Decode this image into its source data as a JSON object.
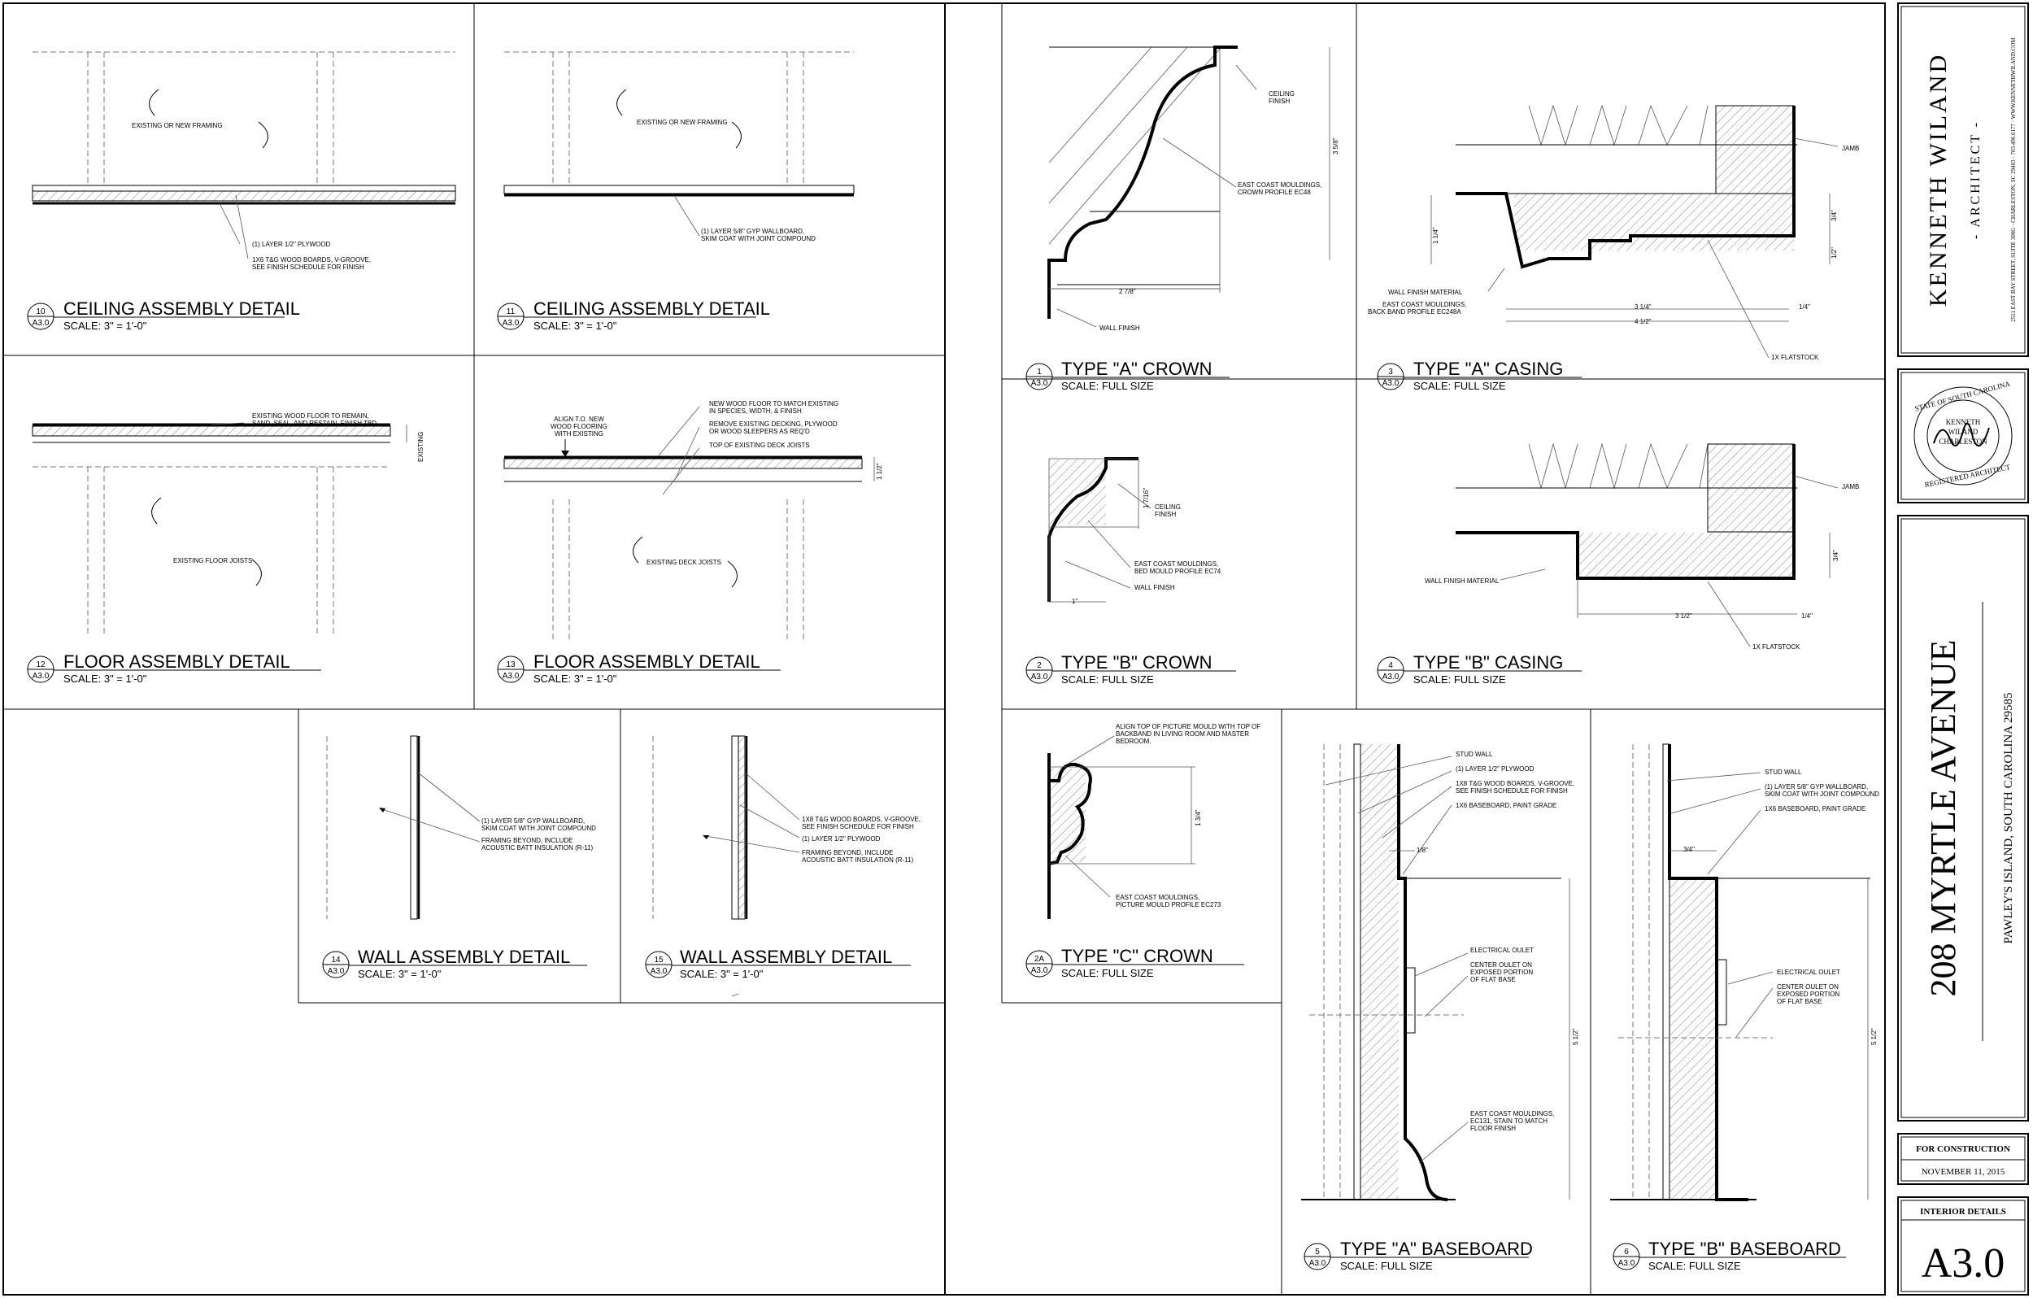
{
  "details": [
    {
      "number": "10",
      "sheet": "A3.0",
      "title": "CEILING ASSEMBLY DETAIL",
      "scale": "SCALE: 3\" = 1'-0\"",
      "notes": [
        "EXISTING OR NEW FRAMING",
        "(1) LAYER 1/2\" PLYWOOD",
        "1X6 T&G WOOD BOARDS, V-GROOVE,",
        "SEE FINISH SCHEDULE FOR FINISH"
      ]
    },
    {
      "number": "11",
      "sheet": "A3.0",
      "title": "CEILING ASSEMBLY DETAIL",
      "scale": "SCALE: 3\" = 1'-0\"",
      "notes": [
        "EXISTING OR NEW FRAMING",
        "(1) LAYER 5/8\" GYP WALLBOARD,",
        "SKIM COAT WITH JOINT COMPOUND"
      ]
    },
    {
      "number": "12",
      "sheet": "A3.0",
      "title": "FLOOR ASSEMBLY DETAIL",
      "scale": "SCALE: 3\" = 1'-0\"",
      "notes": [
        "EXISTING WOOD FLOOR TO REMAIN,",
        "SAND, SEAL, AND RESTAIN, FINISH TBD",
        "EXISTING FLOOR JOISTS",
        "EXISTING"
      ]
    },
    {
      "number": "13",
      "sheet": "A3.0",
      "title": "FLOOR ASSEMBLY DETAIL",
      "scale": "SCALE: 3\" = 1'-0\"",
      "notes": [
        "ALIGN T.O. NEW",
        "WOOD FLOORING",
        "WITH EXISTING",
        "NEW WOOD FLOOR TO MATCH EXISTING",
        "IN SPECIES, WIDTH, & FINISH",
        "REMOVE EXISTING DECKING, PLYWOOD",
        "OR WOOD SLEEPERS AS REQ'D",
        "TOP OF EXISTING DECK JOISTS",
        "EXISTING DECK JOISTS",
        "1 1/2\""
      ]
    },
    {
      "number": "14",
      "sheet": "A3.0",
      "title": "WALL ASSEMBLY DETAIL",
      "scale": "SCALE: 3\" = 1'-0\"",
      "notes": [
        "(1) LAYER 5/8\" GYP WALLBOARD,",
        "SKIM COAT WITH JOINT COMPOUND",
        "FRAMING BEYOND, INCLUDE",
        "ACOUSTIC BATT INSULATION (R-11)"
      ]
    },
    {
      "number": "15",
      "sheet": "A3.0",
      "title": "WALL ASSEMBLY DETAIL",
      "scale": "SCALE: 3\" = 1'-0\"",
      "notes": [
        "1X8 T&G WOOD BOARDS, V-GROOVE,",
        "SEE FINISH SCHEDULE FOR FINISH",
        "(1) LAYER 1/2\" PLYWOOD",
        "FRAMING BEYOND, INCLUDE",
        "ACOUSTIC BATT INSULATION (R-11)"
      ]
    },
    {
      "number": "1",
      "sheet": "A3.0",
      "title": "TYPE \"A\" CROWN",
      "scale": "SCALE: FULL SIZE",
      "notes": [
        "CEILING",
        "FINISH",
        "EAST COAST MOULDINGS,",
        "CROWN PROFILE EC48",
        "WALL FINISH",
        "2 7/8\"",
        "3 5/8\""
      ]
    },
    {
      "number": "3",
      "sheet": "A3.0",
      "title": "TYPE \"A\" CASING",
      "scale": "SCALE: FULL SIZE",
      "notes": [
        "JAMB",
        "WALL FINISH MATERIAL",
        "EAST COAST MOULDINGS,",
        "BACK BAND PROFILE EC248A",
        "1X FLATSTOCK",
        "1 1/4\"",
        "3 1/4\"",
        "4 1/2\"",
        "1/4\"",
        "3/4\"",
        "1/2\""
      ]
    },
    {
      "number": "2",
      "sheet": "A3.0",
      "title": "TYPE \"B\" CROWN",
      "scale": "SCALE: FULL SIZE",
      "notes": [
        "CEILING",
        "FINISH",
        "EAST COAST MOULDINGS,",
        "BED MOULD PROFILE EC74",
        "WALL FINISH",
        "1\"",
        "1 7/16\""
      ]
    },
    {
      "number": "4",
      "sheet": "A3.0",
      "title": "TYPE \"B\" CASING",
      "scale": "SCALE: FULL SIZE",
      "notes": [
        "JAMB",
        "WALL FINISH MATERIAL",
        "1X FLATSTOCK",
        "3 1/2\"",
        "1/4\"",
        "3/4\""
      ]
    },
    {
      "number": "2A",
      "sheet": "A3.0",
      "title": "TYPE \"C\" CROWN",
      "scale": "SCALE: FULL SIZE",
      "notes": [
        "ALIGN TOP OF PICTURE MOULD WITH TOP OF",
        "BACKBAND IN LIVING ROOM AND MASTER",
        "BEDROOM.",
        "EAST COAST MOULDINGS,",
        "PICTURE MOULD PROFILE EC273",
        "1 3/4\""
      ]
    },
    {
      "number": "5",
      "sheet": "A3.0",
      "title": "TYPE \"A\" BASEBOARD",
      "scale": "SCALE: FULL SIZE",
      "notes": [
        "STUD WALL",
        "(1) LAYER 1/2\" PLYWOOD",
        "1X8 T&G WOOD BOARDS, V-GROOVE,",
        "SEE FINISH SCHEDULE FOR FINISH",
        "1X6 BASEBOARD, PAINT GRADE",
        "1/8\"",
        "ELECTRICAL OULET",
        "CENTER OULET ON",
        "EXPOSED PORTION",
        "OF FLAT BASE",
        "EAST COAST MOULDINGS,",
        "EC131, STAIN TO MATCH",
        "FLOOR FINISH",
        "5 1/2\""
      ]
    },
    {
      "number": "6",
      "sheet": "A3.0",
      "title": "TYPE \"B\" BASEBOARD",
      "scale": "SCALE: FULL SIZE",
      "notes": [
        "STUD WALL",
        "(1) LAYER 5/8\" GYP WALLBOARD,",
        "SKIM COAT WITH JOINT COMPOUND",
        "1X6 BASEBOARD, PAINT GRADE",
        "3/4\"",
        "ELECTRICAL OULET",
        "CENTER OULET ON",
        "EXPOSED PORTION",
        "OF FLAT BASE",
        "5 1/2\""
      ]
    }
  ],
  "title_block": {
    "firm_name": "KENNETH WILAND",
    "firm_subtitle": "- ARCHITECT -",
    "firm_address": "2511 EAST BAY STREET, SUITE 300G · CHARLESTON, SC 29403 · 703.496.6177 · WWW.KENNETHWILAND.COM",
    "seal_lines": [
      "STATE OF SOUTH CAROLINA",
      "KENNETH",
      "WILAND",
      "CHARLESTON",
      "REGISTERED ARCHITECT"
    ],
    "project_name": "208 MYRTLE AVENUE",
    "project_address": "PAWLEY'S ISLAND, SOUTH CAROLINA 29585",
    "status": "FOR CONSTRUCTION",
    "date": "NOVEMBER 11, 2015",
    "sheet_title": "INTERIOR DETAILS",
    "sheet_number": "A3.0"
  }
}
